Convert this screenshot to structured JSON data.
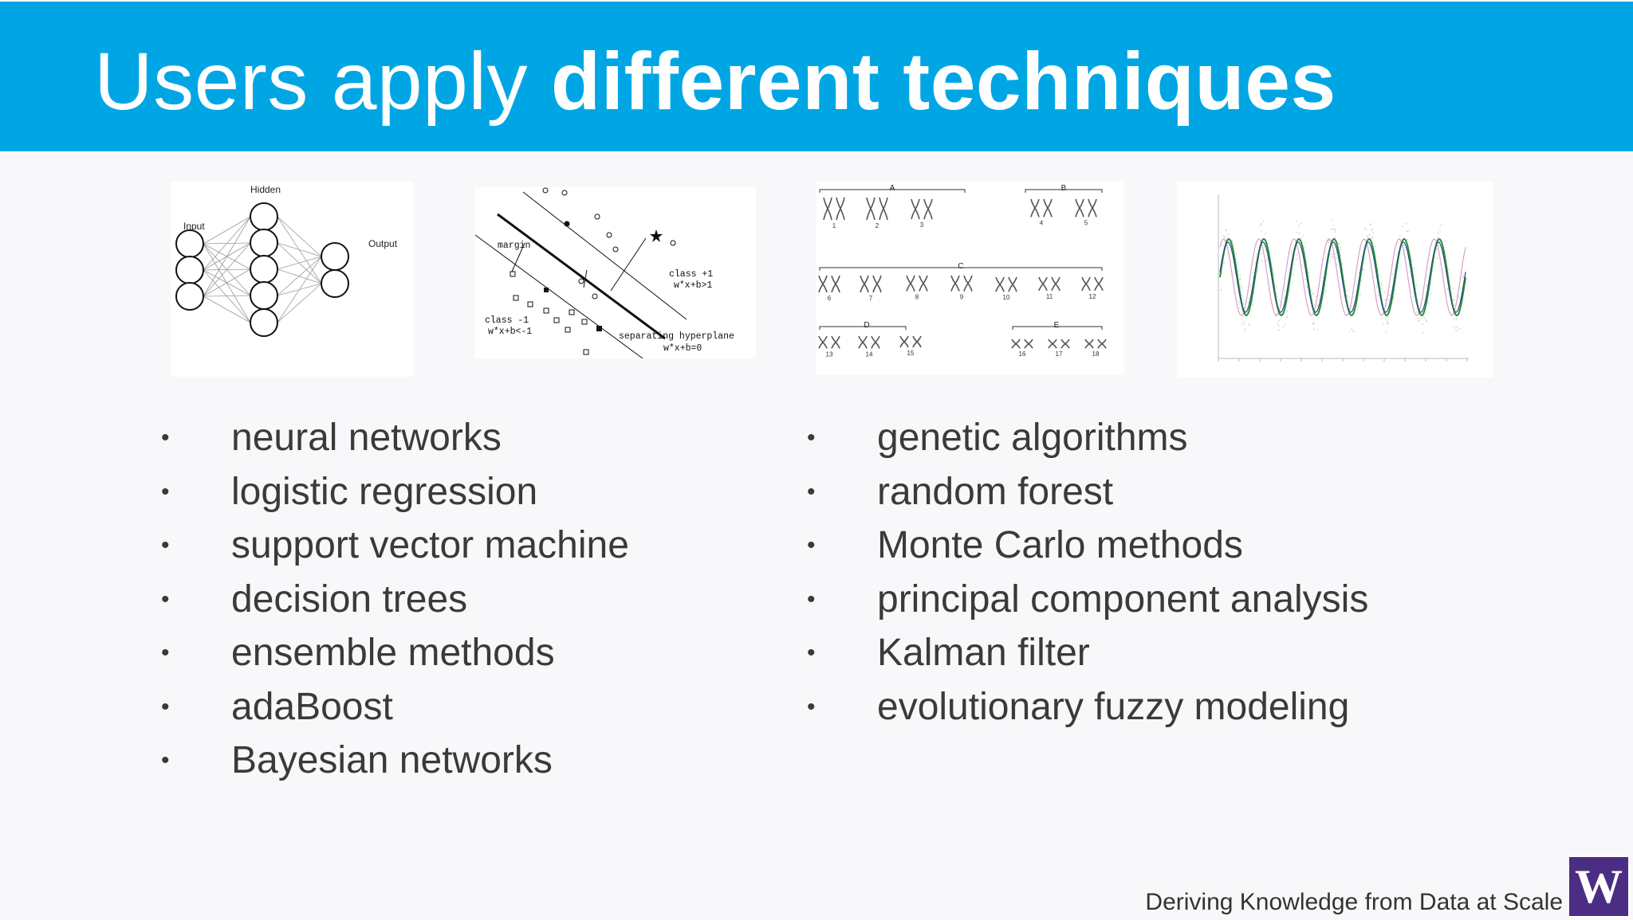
{
  "title": {
    "regular": "Users apply ",
    "bold": "different techniques"
  },
  "images": {
    "neural_network": {
      "input": "Input",
      "hidden": "Hidden",
      "output": "Output"
    },
    "svm": {
      "margin": "margin",
      "class_pos": "class +1",
      "class_pos_eq": "w*x+b>1",
      "class_neg": "class -1",
      "class_neg_eq": "w*x+b<-1",
      "hyperplane": "separating hyperplane",
      "hyperplane_eq": "w*x+b=0"
    },
    "karyotype": {
      "groups": [
        "A",
        "B",
        "C",
        "D",
        "E"
      ],
      "numbers": [
        "1",
        "2",
        "3",
        "4",
        "5",
        "6",
        "7",
        "8",
        "9",
        "10",
        "11",
        "12",
        "13",
        "14",
        "15",
        "16",
        "17",
        "18"
      ]
    }
  },
  "left_list": [
    "neural networks",
    "logistic regression",
    "support vector machine",
    "decision trees",
    "ensemble methods",
    "adaBoost",
    "Bayesian networks"
  ],
  "right_list": [
    "genetic algorithms",
    "random forest",
    "Monte Carlo methods",
    "principal component analysis",
    "Kalman filter",
    "evolutionary fuzzy modeling"
  ],
  "bullet_char": "•",
  "footer": "Deriving Knowledge from Data at Scale",
  "logo_letter": "W",
  "colors": {
    "title_bar": "#00a6e4",
    "logo": "#4b2e83",
    "text": "#3a3a3a"
  }
}
